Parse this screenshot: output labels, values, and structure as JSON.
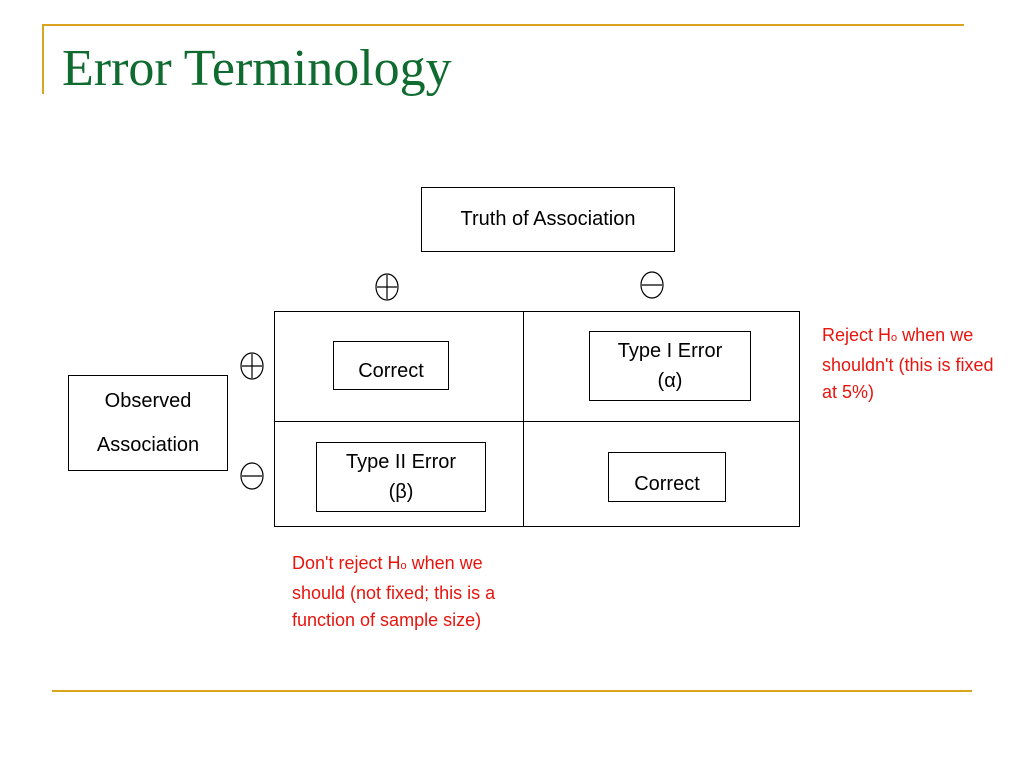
{
  "title": "Error Terminology",
  "colors": {
    "title": "#0f6b2f",
    "rule": "#d9a521",
    "annotation": "#e8140e"
  },
  "truth_header": "Truth of Association",
  "observed_header": [
    "Observed",
    "Association"
  ],
  "symbols": {
    "plus": "plus-symbol",
    "minus": "minus-symbol"
  },
  "cells": {
    "top_left": "Correct",
    "top_right": [
      "Type I Error",
      "(α)"
    ],
    "bottom_left": [
      "Type II Error",
      "(β)"
    ],
    "bottom_right": "Correct"
  },
  "notes": {
    "reject": {
      "before": "Reject H",
      "subscript": "o",
      "after": " when we shouldn't (this is fixed at 5%)"
    },
    "dont_reject": {
      "before": "Don't reject H",
      "subscript": "o",
      "after": " when we should (not fixed; this is a function of sample size)"
    }
  }
}
